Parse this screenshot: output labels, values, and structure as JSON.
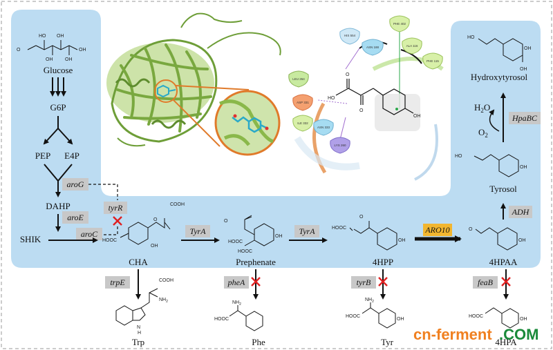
{
  "colors": {
    "panel": "#bcdcf2",
    "gene_box": "#c8c8c8",
    "highlight_box": "#f2b630",
    "knockout": "#e02020",
    "protein": "#8ab84a",
    "ligand": "#2aa9c8",
    "zoom_ring": "#e07a2a",
    "watermark_orange": "#f08020",
    "watermark_green": "#1a8a3a"
  },
  "metabolites": {
    "glucose": "Glucose",
    "g6p": "G6P",
    "pep": "PEP",
    "e4p": "E4P",
    "dahp": "DAHP",
    "shik": "SHIK",
    "cha": "CHA",
    "prephenate": "Prephenate",
    "hpp": "4HPP",
    "hpaa": "4HPAA",
    "tyrosol": "Tyrosol",
    "hydroxytyrosol": "Hydroxytyrosol",
    "trp": "Trp",
    "phe": "Phe",
    "tyr": "Tyr",
    "hpa": "4HPA"
  },
  "genes": {
    "aroG": "aroG",
    "aroE": "aroE",
    "tyrR": "tyrR",
    "aroC": "aroC",
    "tyrA1": "TyrA",
    "tyrA2": "TyrA",
    "aro10": "ARO10",
    "adh": "ADH",
    "hpaBC": "HpaBC",
    "trpE": "trpE",
    "pheA": "pheA",
    "tyrB": "tyrB",
    "feaB": "feaB"
  },
  "cofactors": {
    "h2o": "H",
    "h2o_sub": "2",
    "h2o_tail": "O",
    "o2": "O",
    "o2_sub": "2"
  },
  "atoms": {
    "ho": "HO",
    "oh": "OH",
    "o": "O",
    "nh2": "NH",
    "nh2_sub": "2",
    "cooh": "COOH",
    "hooc": "HOOC",
    "h": "H",
    "n": "N"
  },
  "residues": [
    "HIS 554",
    "ASN 188",
    "PHE 402",
    "ALA 116",
    "PHE 115",
    "LEU 264",
    "ASP 331",
    "ILE 332",
    "ASN 333",
    "LYS 260"
  ],
  "watermark": {
    "part1": "cn-ferment",
    "part2": ".COM"
  }
}
